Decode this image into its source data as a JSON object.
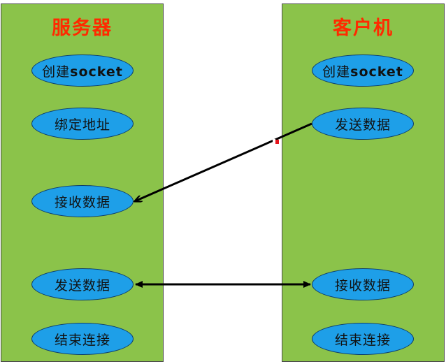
{
  "server": {
    "title": "服务器",
    "nodes": [
      {
        "id": "create-socket",
        "label": "创建socket"
      },
      {
        "id": "bind-address",
        "label": "绑定地址"
      },
      {
        "id": "receive-data",
        "label": "接收数据"
      },
      {
        "id": "send-data",
        "label": "发送数据"
      },
      {
        "id": "close-connection",
        "label": "结束连接"
      }
    ]
  },
  "client": {
    "title": "客户机",
    "nodes": [
      {
        "id": "create-socket",
        "label": "创建socket"
      },
      {
        "id": "send-data",
        "label": "发送数据"
      },
      {
        "id": "receive-data",
        "label": "接收数据"
      },
      {
        "id": "close-connection",
        "label": "结束连接"
      }
    ]
  },
  "edges": [
    {
      "from": "client.send-data",
      "to": "server.receive-data",
      "direction": "one-way"
    },
    {
      "from": "server.send-data",
      "to": "client.receive-data",
      "direction": "two-way"
    }
  ],
  "colors": {
    "panel": "#8bc34a",
    "node": "#1e9fe8",
    "title": "#ff2a00",
    "arrow": "#000000",
    "handle": "#e5141c"
  }
}
